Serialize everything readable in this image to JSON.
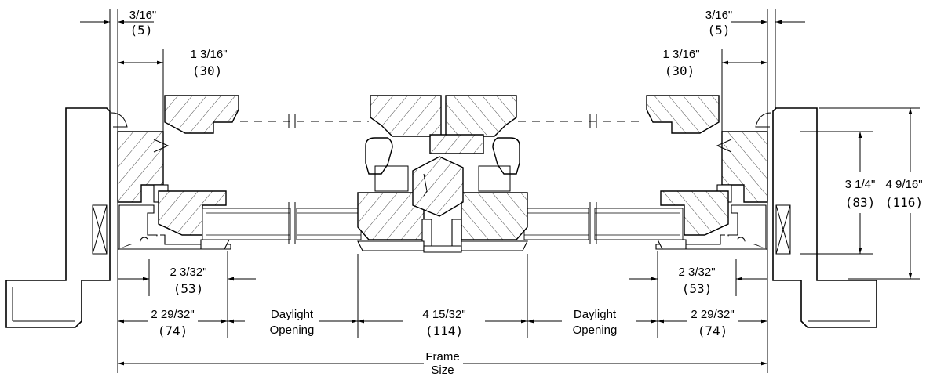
{
  "dims": {
    "tl_gap": "3/16\"",
    "tl_gap_mm": "(5)",
    "tr_gap": "3/16\"",
    "tr_gap_mm": "(5)",
    "tl_jamb": "1 3/16\"",
    "tl_jamb_mm": "(30)",
    "tr_jamb": "1 3/16\"",
    "tr_jamb_mm": "(30)",
    "height1": "3 1/4\"",
    "height1_mm": "(83)",
    "height2": "4 9/16\"",
    "height2_mm": "(116)",
    "l_sash": "2 3/32\"",
    "l_sash_mm": "(53)",
    "r_sash": "2 3/32\"",
    "r_sash_mm": "(53)",
    "l_frame": "2 29/32\"",
    "l_frame_mm": "(74)",
    "r_frame": "2 29/32\"",
    "r_frame_mm": "(74)",
    "center": "4 15/32\"",
    "center_mm": "(114)",
    "daylight_left_1": "Daylight",
    "daylight_left_2": "Opening",
    "daylight_right_1": "Daylight",
    "daylight_right_2": "Opening",
    "frame_size_1": "Frame",
    "frame_size_2": "Size"
  }
}
